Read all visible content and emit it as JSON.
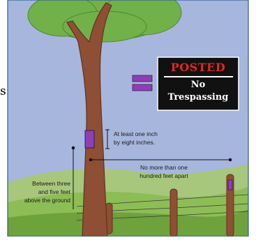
{
  "edge_fragment": "s",
  "sign": {
    "posted": "POSTED",
    "no": "No",
    "trespassing": "Trespassing"
  },
  "labels": {
    "sign_size_line1": "At least one inch",
    "sign_size_line2": "by eight inches.",
    "spacing_line1": "No more than one",
    "spacing_line2": "hundred feet apart",
    "height_line1": "Between three",
    "height_line2": "and five feet",
    "height_line3": "above the ground"
  },
  "colors": {
    "sky": "#a7b6dd",
    "canopy": "#72b04a",
    "hills_far": "#a7c77c",
    "hills_near": "#8dbd55",
    "ground": "#6ea23d",
    "trunk": "#8e4f34",
    "post_marker": "#8e3fb5",
    "sign_bg": "#111111",
    "posted_red": "#e5261f",
    "frame": "#2f5f8f"
  }
}
